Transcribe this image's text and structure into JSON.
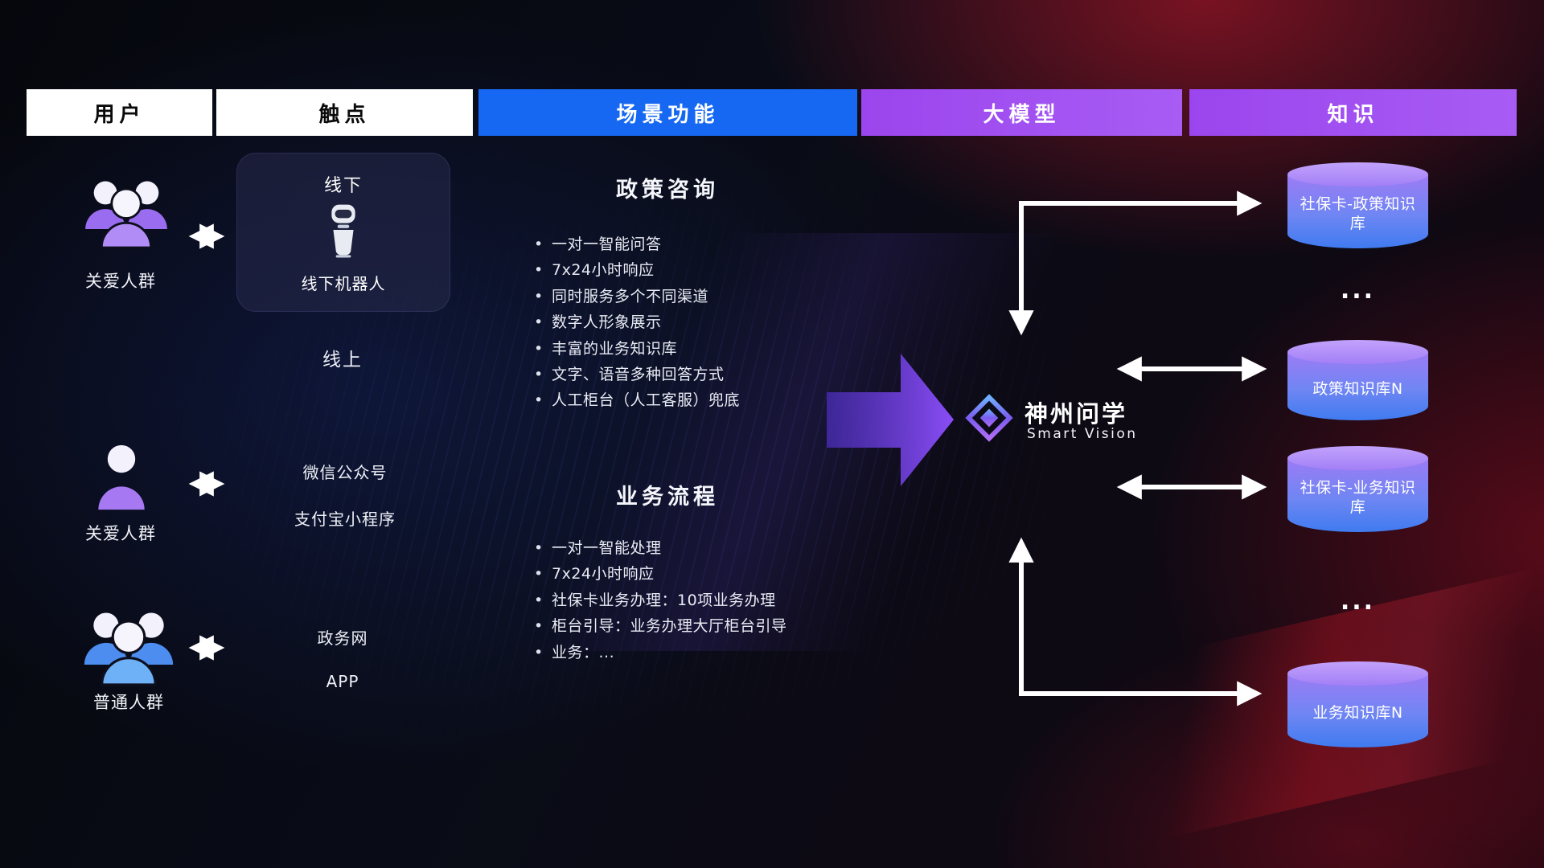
{
  "ui": {
    "bullet": "•"
  },
  "headers": {
    "users": "用户",
    "touchpoints": "触点",
    "scenarios": "场景功能",
    "model": "大模型",
    "knowledge": "知识"
  },
  "users": [
    {
      "label": "关爱人群",
      "icon": "group-people-icon",
      "color": "#a678f2"
    },
    {
      "label": "关爱人群",
      "icon": "person-icon",
      "color": "#a678f2"
    },
    {
      "label": "普通人群",
      "icon": "group-people-icon",
      "color": "#5d9cf5"
    }
  ],
  "touchpoints": {
    "offline_title": "线下",
    "offline_robot_label": "线下机器人",
    "online_title": "线上",
    "channels_online": [
      "微信公众号",
      "支付宝小程序"
    ],
    "channels_web": [
      "政务网",
      "APP"
    ]
  },
  "scenarios": [
    {
      "title": "政策咨询",
      "items": [
        "一对一智能问答",
        "7x24小时响应",
        "同时服务多个不同渠道",
        "数字人形象展示",
        "丰富的业务知识库",
        "文字、语音多种回答方式",
        "人工柜台（人工客服）兜底"
      ]
    },
    {
      "title": "业务流程",
      "items": [
        "一对一智能处理",
        "7x24小时响应",
        "社保卡业务办理：10项业务办理",
        "柜台引导：业务办理大厅柜台引导",
        "业务：..."
      ]
    }
  ],
  "model": {
    "name": "神州问学",
    "subtitle": "Smart Vision"
  },
  "knowledge": {
    "db1": "社保卡-政策知识库",
    "dots1": "...",
    "db2": "政策知识库N",
    "db3": "社保卡-业务知识库",
    "dots2": "...",
    "db4": "业务知识库N"
  },
  "colors": {
    "header_blue": "#1668f2",
    "header_purple": "#a14cf0",
    "cylinder_top": "#b18bf9",
    "cylinder_body_top": "#9d7bf5",
    "cylinder_body_bottom": "#3f7bf0",
    "arrow_purple": "#8a4df6",
    "connector_white": "#ffffff"
  }
}
